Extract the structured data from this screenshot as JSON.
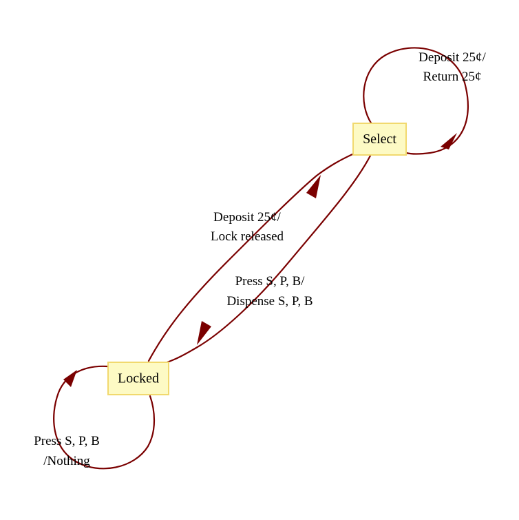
{
  "colors": {
    "edge": "#7a0000",
    "node_fill": "#fdfac4",
    "node_stroke": "#f1d96e",
    "text": "#000000"
  },
  "nodes": {
    "select": {
      "label": "Select"
    },
    "locked": {
      "label": "Locked"
    }
  },
  "edges": {
    "select_self": {
      "line1": "Deposit 25¢/",
      "line2": "Return 25¢"
    },
    "locked_to_select": {
      "line1": "Deposit 25¢/",
      "line2": "Lock released"
    },
    "select_to_locked": {
      "line1": "Press  S, P, B/",
      "line2": "Dispense S, P, B"
    },
    "locked_self": {
      "line1": "Press S, P, B",
      "line2": "/Nothing"
    }
  }
}
